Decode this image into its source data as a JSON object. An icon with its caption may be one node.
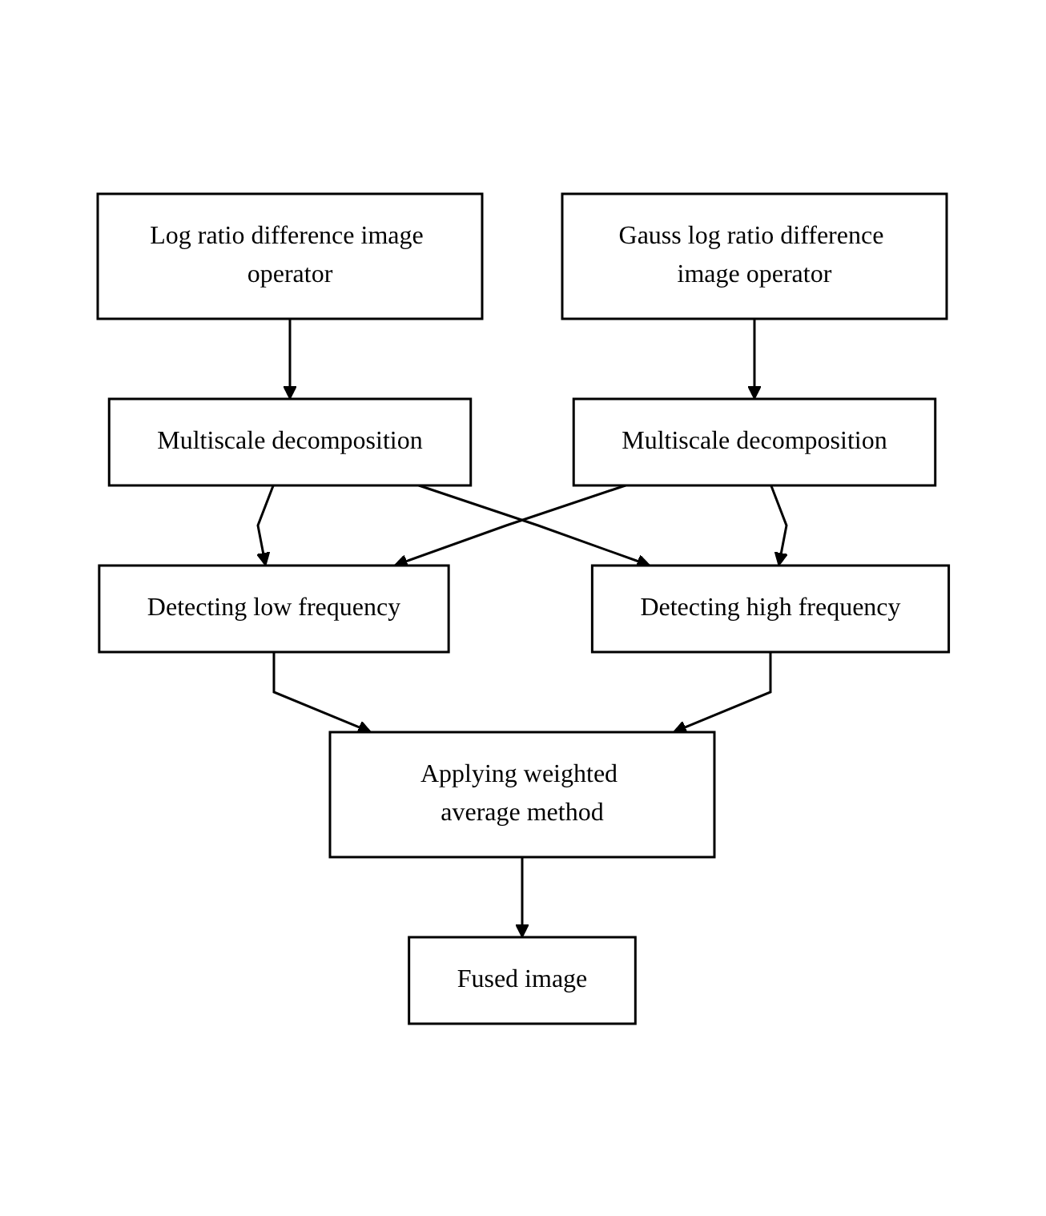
{
  "diagram": {
    "nodes": [
      {
        "text": [
          "Log ratio difference image operator"
        ]
      },
      {
        "text": [
          "Gauss log ratio difference image operator"
        ]
      },
      {
        "text": [
          "Multiscale decomposition"
        ]
      },
      {
        "text": [
          "Multiscale decomposition"
        ]
      },
      {
        "text": [
          "Detecting low frequency"
        ]
      },
      {
        "text": [
          "Detecting high frequency"
        ]
      },
      {
        "text": [
          "Applying weighted average method"
        ]
      },
      {
        "text": [
          "Fused image"
        ]
      }
    ],
    "edges": [
      {
        "from": 0,
        "to": 2,
        "arrow": "to"
      },
      {
        "from": 1,
        "to": 3,
        "arrow": "to"
      },
      {
        "from": 2,
        "to": 4,
        "arrow": "to"
      },
      {
        "from": 2,
        "to": 5,
        "arrow": "to"
      },
      {
        "from": 3,
        "to": 4,
        "arrow": "to"
      },
      {
        "from": 3,
        "to": 5,
        "arrow": "to"
      },
      {
        "from": 4,
        "to": 6,
        "arrow": "to"
      },
      {
        "from": 5,
        "to": 6,
        "arrow": "to"
      },
      {
        "from": 6,
        "to": 7,
        "arrow": "to"
      }
    ]
  }
}
